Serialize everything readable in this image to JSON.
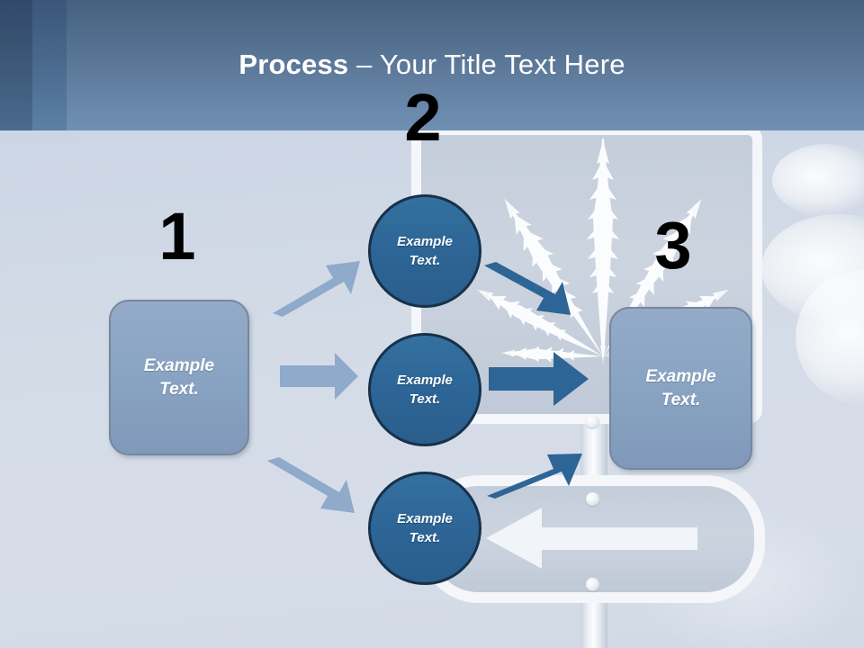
{
  "slide": {
    "background_color": "#D3DBE7",
    "header": {
      "title_bold": "Process",
      "title_rest": " – Your Title Text Here",
      "band_color_dark": "#32496A",
      "band_color_mid": "#3A567A",
      "band_color_main": "#5B7798"
    },
    "theme": {
      "box_fill": "#8AA4C3",
      "box_border": "#77879C",
      "circle_fill": "#2D6596",
      "circle_border": "#17314B",
      "arrow_light": "#8FAACA",
      "arrow_dark": "#2D6596",
      "number_color": "#000000",
      "text_color": "#FFFFFF"
    },
    "steps": [
      {
        "number": "1",
        "label": "Example\nText.",
        "label_line1": "Example",
        "label_line2": "Text."
      },
      {
        "number": "2",
        "label": "Example\nText.",
        "label_line1": "Example",
        "label_line2": "Text."
      },
      {
        "number": "3",
        "label": "Example\nText.",
        "label_line1": "Example",
        "label_line2": "Text."
      }
    ],
    "boxes": [
      {
        "id": "box-1",
        "line1": "Example",
        "line2": "Text."
      },
      {
        "id": "box-3",
        "line1": "Example",
        "line2": "Text."
      }
    ],
    "circles": [
      {
        "id": "circle-top",
        "line1": "Example",
        "line2": "Text."
      },
      {
        "id": "circle-middle",
        "line1": "Example",
        "line2": "Text."
      },
      {
        "id": "circle-bottom",
        "line1": "Example",
        "line2": "Text."
      }
    ],
    "arrows": [
      {
        "id": "light-arrow-up",
        "style": "light",
        "direction": "up-right"
      },
      {
        "id": "light-arrow-right",
        "style": "light",
        "direction": "right"
      },
      {
        "id": "light-arrow-down",
        "style": "light",
        "direction": "down-right"
      },
      {
        "id": "dark-arrow-down",
        "style": "dark",
        "direction": "down-right"
      },
      {
        "id": "dark-arrow-right",
        "style": "dark",
        "direction": "right"
      },
      {
        "id": "dark-arrow-up",
        "style": "dark",
        "direction": "up-right"
      }
    ],
    "background_graphics": {
      "leaf": "cannabis-leaf-silhouette",
      "signs": [
        "upper-street-sign",
        "lower-street-sign"
      ],
      "post": "sign-post",
      "white_arrow": "left-pointing-arrow",
      "sky": "cloudy-sky"
    }
  }
}
